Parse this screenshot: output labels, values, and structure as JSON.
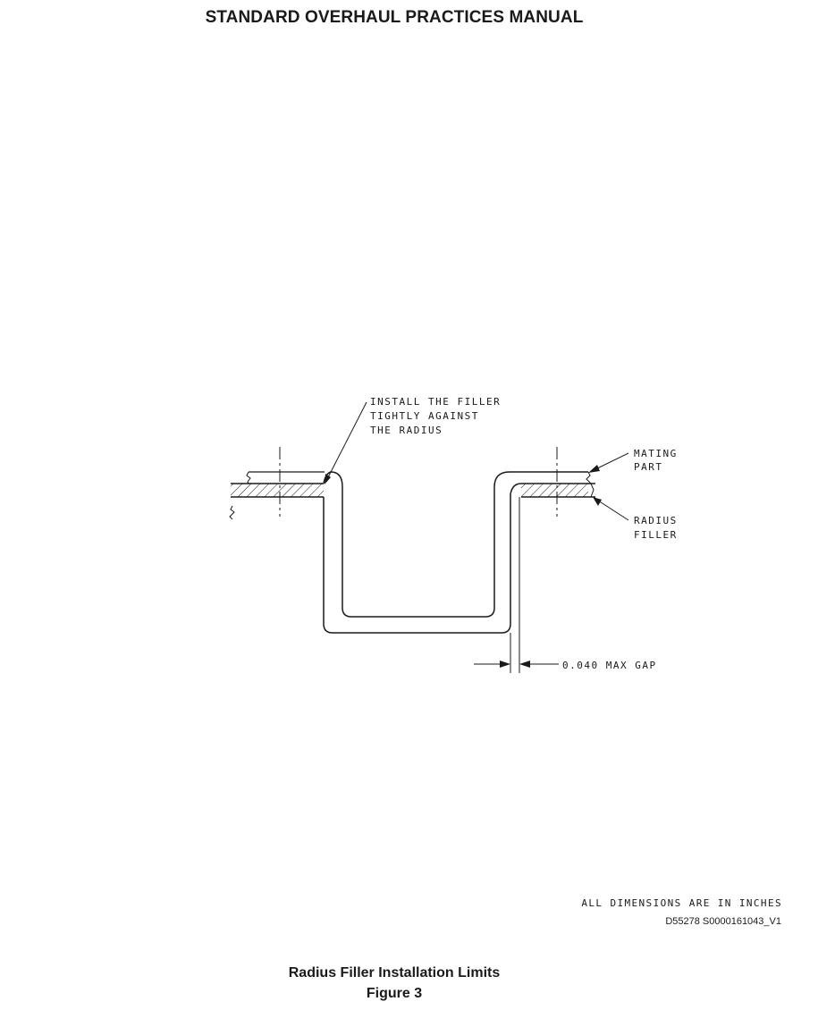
{
  "header": {
    "title": "STANDARD OVERHAUL PRACTICES MANUAL"
  },
  "figure": {
    "callouts": {
      "install_line1": "INSTALL THE FILLER",
      "install_line2": "TIGHTLY AGAINST",
      "install_line3": "THE RADIUS",
      "mating_line1": "MATING",
      "mating_line2": "PART",
      "radius_line1": "RADIUS",
      "radius_line2": "FILLER",
      "gap": "0.040 MAX GAP"
    },
    "units_note": "ALL DIMENSIONS ARE IN INCHES",
    "drawing_id": "D55278 S0000161043_V1"
  },
  "caption": {
    "title": "Radius Filler Installation Limits",
    "figure_number": "Figure 3"
  }
}
